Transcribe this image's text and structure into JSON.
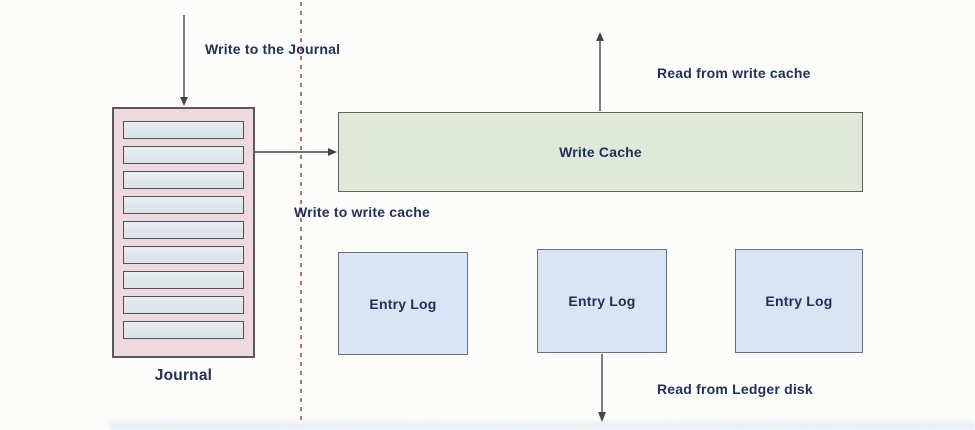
{
  "colors": {
    "canvas_bg": "#fcfcfa",
    "text": "#21315b",
    "arrow": "#43474b",
    "dashed_line": "#b04a46",
    "journal_fill": "#eed9df",
    "journal_border": "#59595b",
    "journal_slot_fill": "#dce6ea",
    "journal_slot_border": "#4f5254",
    "write_cache_fill": "#e0e9d8",
    "write_cache_border": "#5d6358",
    "entry_log_fill": "#d9e5f3",
    "entry_log_border": "#667079"
  },
  "diagram": {
    "journal": {
      "label": "Journal",
      "slot_count": 9
    },
    "write_cache": {
      "label": "Write Cache"
    },
    "entry_logs": [
      {
        "label": "Entry Log"
      },
      {
        "label": "Entry Log"
      },
      {
        "label": "Entry Log"
      }
    ],
    "annotations": {
      "write_to_journal": "Write to the Journal",
      "read_from_write_cache": "Read from write cache",
      "write_to_write_cache": "Write to write cache",
      "read_from_ledger_disk": "Read from Ledger disk"
    }
  }
}
